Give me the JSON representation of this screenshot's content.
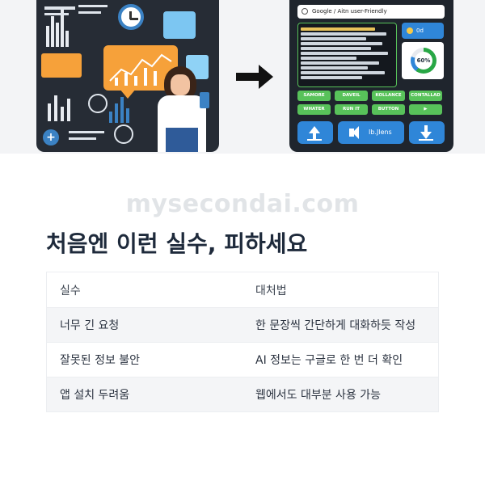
{
  "hero": {
    "right_panel": {
      "search_text": "Google / Aitn user-Friendly",
      "card_label": "0d",
      "gauge_value": "60%",
      "green_buttons": [
        "SAMORE",
        "DAVEIL",
        "KOLLANCE",
        "CONTALLAD",
        "WHATER",
        "RUN IT",
        "BUTTON",
        "▶"
      ],
      "blue_button_label": "Ib.Jlens"
    },
    "arrow_icon": "right-arrow-icon"
  },
  "watermark": "mysecondai.com",
  "section": {
    "title": "처음엔 이런 실수, 피하세요"
  },
  "table": {
    "headers": [
      "실수",
      "대처법"
    ],
    "rows": [
      [
        "너무 긴 요청",
        "한 문장씩 간단하게 대화하듯 작성"
      ],
      [
        "잘못된 정보 불안",
        "AI 정보는 구글로 한 번 더 확인"
      ],
      [
        "앱 설치 두려움",
        "웹에서도 대부분 사용 가능"
      ]
    ]
  },
  "colors": {
    "accent_green": "#58c25a",
    "accent_blue": "#2f86d8",
    "heading": "#1e2a3b",
    "row_alt": "#f4f5f7"
  }
}
